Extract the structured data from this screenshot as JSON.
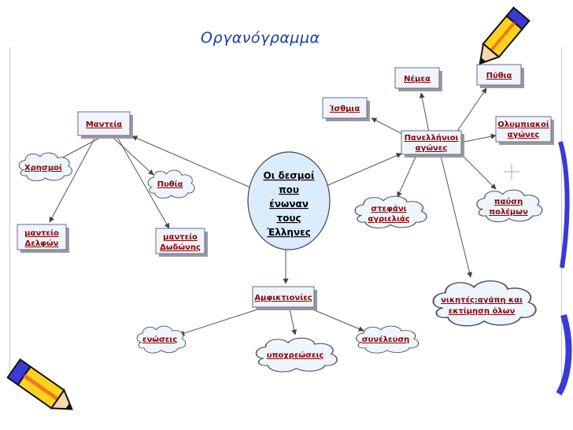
{
  "title": "Οργανόγραμμα",
  "center": {
    "lines": [
      "Οι δεσμοί",
      "που",
      "ένωναν",
      "τους",
      "Έλληνες"
    ]
  },
  "nodes": {
    "manteia": "Μαντεία",
    "chrismoi": "Χρησμοί",
    "pythia_left": "Πυθία",
    "manteio_delfon": [
      "μαντείο",
      "Δελφών"
    ],
    "manteio_dodonis": [
      "μαντείο",
      "Δωδώνης"
    ],
    "panellinioi": [
      "Πανελλήνιοι",
      "αγώνες"
    ],
    "nemea": "Νέμεα",
    "pythia_right": "Πύθια",
    "isthmia": "Ίσθμια",
    "olympiakoi": [
      "Ολυμπιακοί",
      "αγώνες"
    ],
    "stefani": [
      "στεφάνι",
      "αγριελιάς"
    ],
    "pafsi": [
      "παύση",
      "πολέμων"
    ],
    "nikites": [
      "νικητές:αγάπη και",
      "εκτίμηση όλων"
    ],
    "amfiktionies": "Αμφικτιονίες",
    "enoseis": "ενώσεις",
    "ypochreoseis": "υποχρεώσεις",
    "synelefsi": "συνέλευση"
  },
  "colors": {
    "title": "#1a3aa8",
    "label": "#8b0000",
    "box_fill": "#f0f4ff",
    "cloud_fill": "#eef6ff",
    "pencil_yellow": "#ffd21f",
    "pencil_orange": "#f07a1a",
    "accent_blue": "#3a3ad8"
  },
  "icons": [
    "pencil-icon-top-right",
    "pencil-icon-bottom-left",
    "blue-decoration-right"
  ]
}
